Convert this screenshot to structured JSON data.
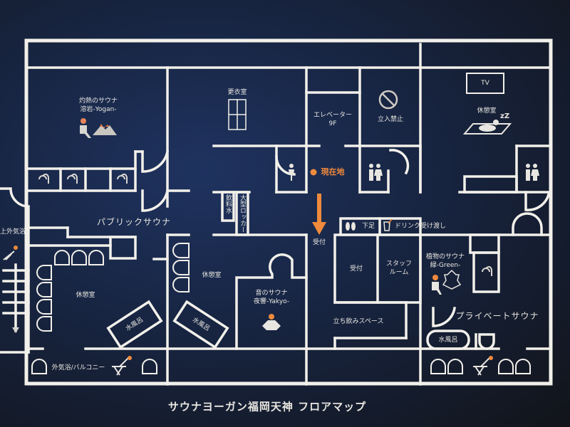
{
  "title": "サウナヨーガン福岡天神 フロアマップ",
  "current_location": "現在地",
  "rooms": {
    "yogan": [
      "灼熱のサウナ",
      "溶岩-Yogan-"
    ],
    "changing_room": "更衣室",
    "elevator": [
      "エレベーター",
      "9F"
    ],
    "no_entry": "立入禁止",
    "rest_room_top": "休憩室",
    "tv": "TV",
    "public_sauna": "パブリックサウナ",
    "drinking_water": "飲料水",
    "large_locker": "大型ロッカー",
    "rest_room_left": "休憩室",
    "rest_room_mid": "休憩室",
    "cold_bath": "水風呂",
    "yakyo": [
      "音のサウナ",
      "夜響-Yakyo-"
    ],
    "outdoor_top": "上外気浴",
    "outdoor_balcony": "外気浴/バルコニー",
    "shoes": "下足",
    "drink_counter": "ドリンク受け渡し",
    "reception_arrow": "受付",
    "reception": "受付",
    "staff_room": [
      "スタッフ",
      "ルーム"
    ],
    "green": [
      "植物のサウナ",
      "緑-Green-"
    ],
    "private_sauna": "プライベートサウナ",
    "standing_bar": "立ち飲みスペース"
  },
  "colors": {
    "accent": "#f08a3c",
    "wall": "#f2f0ea",
    "board": "#182644"
  }
}
